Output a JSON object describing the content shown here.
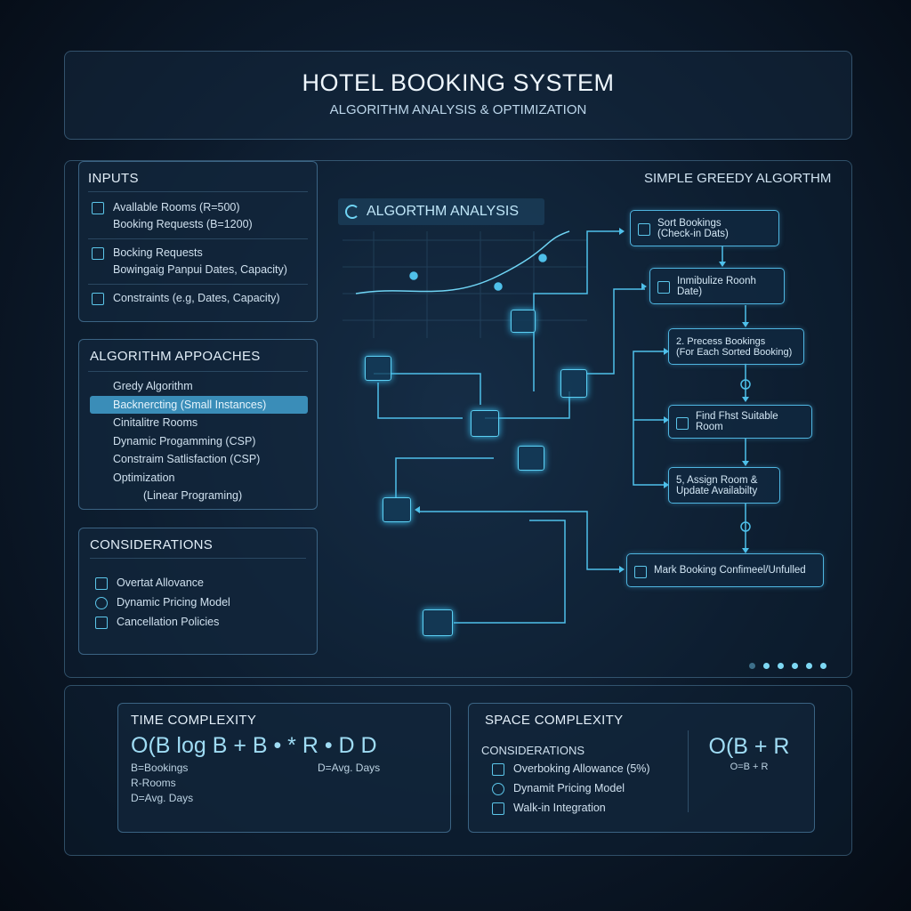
{
  "header": {
    "title": "HOTEL BOOKING SYSTEM",
    "subtitle": "ALGORITHM ANALYSIS & OPTIMIZATION"
  },
  "inputs": {
    "title": "INPUTS",
    "items": [
      {
        "icon": "room-icon",
        "lines": [
          "Avallable Rooms (R=500)",
          "Booking Requests (B=1200)"
        ]
      },
      {
        "icon": "calendar-grid-icon",
        "lines": [
          "Bocking Requests",
          "Bowingaig Panpui Dates, Capacity)"
        ]
      },
      {
        "icon": "calendar-icon",
        "lines": [
          "Constraints (e.g, Dates, Capacity)"
        ]
      }
    ]
  },
  "approaches": {
    "title": "ALGORITHM APPOACHES",
    "items": [
      "Gredy Algorithm",
      "Backnercting (Small Instances)",
      "Cinitalitre Rooms",
      "Dynamic Progamming (CSP)",
      "Constraim Satlisfaction (CSP)",
      "Optimization",
      "(Linear Programing)"
    ],
    "selected_index": 1
  },
  "considerations": {
    "title": "CONSIDERATIONS",
    "items": [
      {
        "icon": "list-icon",
        "label": "Overtat Allovance"
      },
      {
        "icon": "pin-icon",
        "label": "Dynamic Pricing Model"
      },
      {
        "icon": "grid-icon",
        "label": "Cancellation Policies"
      }
    ]
  },
  "analysis": {
    "label": "ALGORTHM ANALYSIS"
  },
  "greedy": {
    "title": "SIMPLE GREEDY ALGORTHM",
    "steps": [
      [
        "Sort Bookings",
        "(Check-in Dats)"
      ],
      [
        "Inmibulize Roonh Date)"
      ],
      [
        "2. Precess Bookings",
        "(For Each Sorted Booking)"
      ],
      [
        "Find Fhst Suitable Room"
      ],
      [
        "5, Assign Room &",
        "Update Availabilty"
      ],
      [
        "Mark Booking Confimeel/Unfulled"
      ]
    ]
  },
  "pager": {
    "count": 6,
    "active": 0
  },
  "time": {
    "title": "TIME COMPLEXITY",
    "formula": "O(B log B + B • * R • D D",
    "legend": [
      "B=Bookings",
      "R-Rooms",
      "D=Avg. Days"
    ],
    "legend_right": "D=Avg. Days"
  },
  "space": {
    "title": "SPACE COMPLEXITY",
    "sub": "CONSIDERATIONS",
    "items": [
      "Overboking Allowance (5%)",
      "Dynamit Pricing Model",
      "Walk-in Integration"
    ],
    "formula": "O(B + R",
    "formula_note": "O=B + R"
  }
}
